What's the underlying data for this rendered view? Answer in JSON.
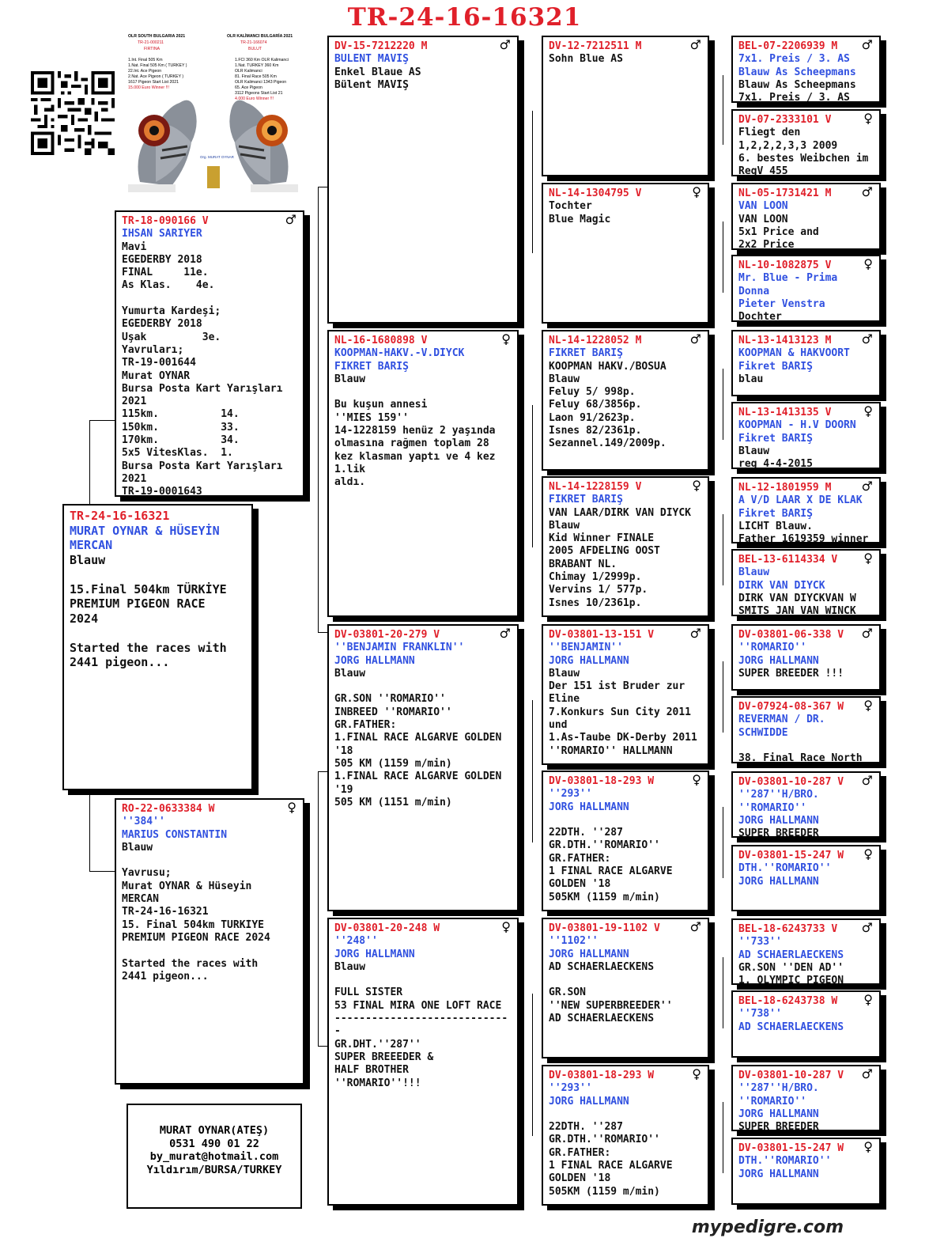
{
  "title": "TR-24-16-16321",
  "footer": "mypedigre.com",
  "photo": {
    "left_heading": "OLR SOUTH BULGARIA 2021",
    "left_ring": "TR-21-000211",
    "left_name": "FIRTINA",
    "left_lines": [
      "1.Int. Final 505 Km",
      "1.Nat. Final 505 Km ( TURKEY )",
      "22.Int. Ace Pigeon",
      "2.Nat. Ace Pigeon ( TURKEY )",
      "1617 Pigeon Start List 2021",
      "15.000 Euro Winner !!!"
    ],
    "right_heading": "OLR KALİMANCI BULGARİA 2021",
    "right_ring": "TR-21-166074",
    "right_name": "BULUT",
    "right_lines": [
      "1.FCI 360 Km OLR Kalimanci",
      "1.Nat. TURKEY 360 Km",
      "OLR Kalimanci",
      "81. Final Race 505 Km",
      "OLR Kalimanci 1343 Pigeon",
      "65. Ace Pigeon",
      "3112 Pigeons Start List 21",
      "4.000 Euro Winner !!!"
    ],
    "owner": "Org. MURAT OYNAR"
  },
  "contact": [
    "MURAT OYNAR(ATEŞ)",
    "0531 490 01 22",
    "by_murat@hotmail.com",
    "Yıldırım/BURSA/TURKEY"
  ],
  "birds": {
    "main": {
      "id": "TR-24-16-16321",
      "sex": "",
      "lines": [
        {
          "t": "MURAT OYNAR & HÜSEYİN",
          "c": "bl"
        },
        {
          "t": "MERCAN",
          "c": "bl"
        },
        {
          "t": "Blauw"
        },
        {
          "t": ""
        },
        {
          "t": "15.Final 504km TÜRKİYE"
        },
        {
          "t": "PREMIUM PIGEON RACE"
        },
        {
          "t": "2024"
        },
        {
          "t": ""
        },
        {
          "t": "Started the races with"
        },
        {
          "t": "2441 pigeon..."
        }
      ]
    },
    "sire": {
      "id": "TR-18-090166 V",
      "sex": "♂",
      "lines": [
        {
          "t": "İHSAN SARIYER",
          "c": "bl"
        },
        {
          "t": "Mavi"
        },
        {
          "t": "EGEDERBY 2018"
        },
        {
          "t": "FİNAL     11e."
        },
        {
          "t": "As Klas.    4e."
        },
        {
          "t": ""
        },
        {
          "t": "Yumurta Kardeşi;"
        },
        {
          "t": "EGEDERBY 2018"
        },
        {
          "t": "Uşak         3e."
        },
        {
          "t": "Yavruları;"
        },
        {
          "t": "TR-19-001644"
        },
        {
          "t": "Murat OYNAR"
        },
        {
          "t": "Bursa Posta Kart Yarışları"
        },
        {
          "t": "2021"
        },
        {
          "t": "115km.          14."
        },
        {
          "t": "150km.          33."
        },
        {
          "t": "170km.          34."
        },
        {
          "t": "5x5 VitesKlas.  1."
        },
        {
          "t": "Bursa Posta Kart Yarışları"
        },
        {
          "t": "2021"
        },
        {
          "t": "TR-19-0001643"
        }
      ]
    },
    "dam": {
      "id": "RO-22-0633384 W",
      "sex": "♀",
      "lines": [
        {
          "t": "''384''",
          "c": "bl"
        },
        {
          "t": "MARIUS CONSTANTIN",
          "c": "bl"
        },
        {
          "t": "Blauw"
        },
        {
          "t": ""
        },
        {
          "t": "Yavrusu;"
        },
        {
          "t": "Murat OYNAR & Hüseyin"
        },
        {
          "t": "MERCAN"
        },
        {
          "t": "TR-24-16-16321"
        },
        {
          "t": "15. Final 504km TÜRKİYE"
        },
        {
          "t": "PREMIUM PIGEON RACE 2024"
        },
        {
          "t": ""
        },
        {
          "t": "Started the races with"
        },
        {
          "t": "2441 pigeon..."
        }
      ]
    },
    "ss": {
      "id": "DV-15-7212220 M",
      "sex": "♂",
      "lines": [
        {
          "t": "BÜLENT MAVİŞ",
          "c": "bl"
        },
        {
          "t": "Enkel Blaue AS"
        },
        {
          "t": "Bülent MAVİŞ"
        }
      ]
    },
    "sd": {
      "id": "NL-16-1680898 V",
      "sex": "♀",
      "lines": [
        {
          "t": "KOOPMAN-HAKV.-V.DİYCK",
          "c": "bl"
        },
        {
          "t": "FİKRET BARIŞ",
          "c": "bl"
        },
        {
          "t": "Blauw"
        },
        {
          "t": ""
        },
        {
          "t": "Bu kuşun annesi"
        },
        {
          "t": "''MIES 159''"
        },
        {
          "t": "14-1228159 henüz 2 yaşında"
        },
        {
          "t": "olmasına rağmen toplam 28"
        },
        {
          "t": "kez klasman yaptı ve 4 kez"
        },
        {
          "t": "1.lik"
        },
        {
          "t": "aldı."
        }
      ]
    },
    "ds": {
      "id": "DV-03801-20-279 V",
      "sex": "♂",
      "lines": [
        {
          "t": "''BENJAMIN FRANKLIN''",
          "c": "bl"
        },
        {
          "t": "JORG HALLMANN",
          "c": "bl"
        },
        {
          "t": "Blauw"
        },
        {
          "t": ""
        },
        {
          "t": "GR.SON ''ROMARIO''"
        },
        {
          "t": "INBREED ''ROMARIO''"
        },
        {
          "t": "GR.FATHER:"
        },
        {
          "t": "1.FINAL RACE ALGARVE GOLDEN"
        },
        {
          "t": "'18"
        },
        {
          "t": "505 KM (1159 m/min)"
        },
        {
          "t": "1.FİNAL RACE ALGARVE GOLDEN"
        },
        {
          "t": "'19"
        },
        {
          "t": "505 KM (1151 m/min)"
        }
      ]
    },
    "dd": {
      "id": "DV-03801-20-248 W",
      "sex": "♀",
      "lines": [
        {
          "t": "''248''",
          "c": "bl"
        },
        {
          "t": "JORG HALLMANN",
          "c": "bl"
        },
        {
          "t": "Blauw"
        },
        {
          "t": ""
        },
        {
          "t": "FULL SISTER"
        },
        {
          "t": "53 FINAL MIRA ONE LOFT RACE"
        },
        {
          "t": "----------------------------"
        },
        {
          "t": "-"
        },
        {
          "t": "GR.DHT.''287''"
        },
        {
          "t": "SUPER BREEEDER &"
        },
        {
          "t": "HALF BROTHER"
        },
        {
          "t": "''ROMARIO''!!!"
        }
      ]
    },
    "sss": {
      "id": "DV-12-7212511 M",
      "sex": "♂",
      "lines": [
        {
          "t": "Sohn Blue AS"
        }
      ]
    },
    "ssd": {
      "id": "NL-14-1304795 V",
      "sex": "♀",
      "lines": [
        {
          "t": "Tochter"
        },
        {
          "t": "Blue Magic"
        }
      ]
    },
    "sds": {
      "id": "NL-14-1228052 M",
      "sex": "♂",
      "lines": [
        {
          "t": "FİKRET BARIŞ",
          "c": "bl"
        },
        {
          "t": "KOOPMAN HAKV./BOSUA"
        },
        {
          "t": "Blauw"
        },
        {
          "t": "Feluy 5/ 998p."
        },
        {
          "t": "Feluy 68/3856p."
        },
        {
          "t": "Laon 91/2623p."
        },
        {
          "t": "Isnes 82/2361p."
        },
        {
          "t": "Sezannel.149/2009p."
        }
      ]
    },
    "sdd": {
      "id": "NL-14-1228159 V",
      "sex": "♀",
      "lines": [
        {
          "t": "FİKRET BARIŞ",
          "c": "bl"
        },
        {
          "t": "VAN LAAR/DİRK VAN DİYCK"
        },
        {
          "t": "Blauw"
        },
        {
          "t": "Kid Winner FİNALE"
        },
        {
          "t": "2005 AFDELING OOST"
        },
        {
          "t": "BRABANT NL."
        },
        {
          "t": "Chimay 1/2999p."
        },
        {
          "t": "Vervins 1/ 577p."
        },
        {
          "t": "Isnes 10/2361p."
        }
      ]
    },
    "dss": {
      "id": "DV-03801-13-151 V",
      "sex": "♂",
      "lines": [
        {
          "t": "''BENJAMIN''",
          "c": "bl"
        },
        {
          "t": "JORG HALLMANN",
          "c": "bl"
        },
        {
          "t": "Blauw"
        },
        {
          "t": "Der 151 ist Bruder zur"
        },
        {
          "t": "Eline"
        },
        {
          "t": "7.Konkurs Sun City 2011"
        },
        {
          "t": "und"
        },
        {
          "t": "1.As-Taube DK-Derby 2011"
        },
        {
          "t": "''ROMARIO'' HALLMANN"
        }
      ]
    },
    "dsd": {
      "id": "DV-03801-18-293 W",
      "sex": "♀",
      "lines": [
        {
          "t": "''293''",
          "c": "bl"
        },
        {
          "t": "JORG HALLMANN",
          "c": "bl"
        },
        {
          "t": ""
        },
        {
          "t": "22DTH. ''287"
        },
        {
          "t": "GR.DTH.''ROMARIO''"
        },
        {
          "t": "GR.FATHER:"
        },
        {
          "t": "1 FINAL RACE ALGARVE"
        },
        {
          "t": "GOLDEN '18"
        },
        {
          "t": "505KM (1159 m/min)"
        }
      ]
    },
    "dds": {
      "id": "DV-03801-19-1102 V",
      "sex": "♂",
      "lines": [
        {
          "t": "''1102''",
          "c": "bl"
        },
        {
          "t": "JORG HALLMANN",
          "c": "bl"
        },
        {
          "t": "AD SCHAERLAECKENS"
        },
        {
          "t": ""
        },
        {
          "t": "GR.SON"
        },
        {
          "t": "''NEW SUPERBREEDER''"
        },
        {
          "t": "AD SCHAERLAECKENS"
        }
      ]
    },
    "ddd": {
      "id": "DV-03801-18-293 W",
      "sex": "♀",
      "lines": [
        {
          "t": "''293''",
          "c": "bl"
        },
        {
          "t": "JORG HALLMANN",
          "c": "bl"
        },
        {
          "t": ""
        },
        {
          "t": "22DTH. ''287"
        },
        {
          "t": "GR.DTH.''ROMARIO''"
        },
        {
          "t": "GR.FATHER:"
        },
        {
          "t": "1 FINAL RACE ALGARVE"
        },
        {
          "t": "GOLDEN '18"
        },
        {
          "t": "505KM (1159 m/min)"
        }
      ]
    },
    "g1": {
      "id": "BEL-07-2206939 M",
      "sex": "♂",
      "lines": [
        {
          "t": "7x1. Preis / 3. AS",
          "c": "bl"
        },
        {
          "t": "Blauw As Scheepmans",
          "c": "bl"
        },
        {
          "t": "Blauw As Scheepmans"
        },
        {
          "t": "7x1. Preis / 3. AS"
        }
      ]
    },
    "g2": {
      "id": "DV-07-2333101 V",
      "sex": "♀",
      "lines": [
        {
          "t": "Fliegt den"
        },
        {
          "t": "1,2,2,2,3,3 2009"
        },
        {
          "t": "6. bestes Weibchen im"
        },
        {
          "t": "RegV 455"
        }
      ]
    },
    "g3": {
      "id": "NL-05-1731421 M",
      "sex": "♂",
      "lines": [
        {
          "t": "VAN LOON",
          "c": "bl"
        },
        {
          "t": "VAN LOON"
        },
        {
          "t": "5x1 Price and"
        },
        {
          "t": "2x2 Price"
        }
      ]
    },
    "g4": {
      "id": "NL-10-1082875 V",
      "sex": "♀",
      "lines": [
        {
          "t": "Mr. Blue - Prima",
          "c": "bl"
        },
        {
          "t": "Donna",
          "c": "bl"
        },
        {
          "t": "Pieter Venstra",
          "c": "bl"
        },
        {
          "t": "Dochter"
        }
      ]
    },
    "g5": {
      "id": "NL-13-1413123 M",
      "sex": "♂",
      "lines": [
        {
          "t": "KOOPMAN & HAKVOORT",
          "c": "bl"
        },
        {
          "t": "Fikret BARIŞ",
          "c": "bl"
        },
        {
          "t": "blau"
        }
      ]
    },
    "g6": {
      "id": "NL-13-1413135 V",
      "sex": "♀",
      "lines": [
        {
          "t": "KOOPMAN - H.V DOORN",
          "c": "bl"
        },
        {
          "t": "Fikret BARIŞ",
          "c": "bl"
        },
        {
          "t": "Blauw"
        },
        {
          "t": "reg 4-4-2015"
        }
      ]
    },
    "g7": {
      "id": "NL-12-1801959 M",
      "sex": "♂",
      "lines": [
        {
          "t": "A V/D LAAR X DE KLAK",
          "c": "bl"
        },
        {
          "t": "Fikret BARIŞ",
          "c": "bl"
        },
        {
          "t": "LICHT Blauw."
        },
        {
          "t": "Father 1619359 winner"
        }
      ]
    },
    "g8": {
      "id": "BEL-13-6114334 V",
      "sex": "♀",
      "lines": [
        {
          "t": "Blauw",
          "c": "bl"
        },
        {
          "t": "DİRK VAN DİYCK",
          "c": "bl"
        },
        {
          "t": "DIRK VAN DIYCKVAN W"
        },
        {
          "t": "SMITS JAN VAN WINCK"
        }
      ]
    },
    "g9": {
      "id": "DV-03801-06-338 V",
      "sex": "♂",
      "lines": [
        {
          "t": "''ROMARIO''",
          "c": "bl"
        },
        {
          "t": "JORG HALLMANN",
          "c": "bl"
        },
        {
          "t": "SUPER BREEDER !!!"
        }
      ]
    },
    "g10": {
      "id": "DV-07924-08-367 W",
      "sex": "♀",
      "lines": [
        {
          "t": "REVERMAN / DR.",
          "c": "bl"
        },
        {
          "t": "SCHWIDDE",
          "c": "bl"
        },
        {
          "t": ""
        },
        {
          "t": "38. Final Race North"
        }
      ]
    },
    "g11": {
      "id": "DV-03801-10-287 V",
      "sex": "♂",
      "lines": [
        {
          "t": "''287''H/BRO.",
          "c": "bl"
        },
        {
          "t": "''ROMARIO''",
          "c": "bl"
        },
        {
          "t": "JORG HALLMANN",
          "c": "bl"
        },
        {
          "t": "SUPER BREEDER"
        }
      ]
    },
    "g12": {
      "id": "DV-03801-15-247 W",
      "sex": "♀",
      "lines": [
        {
          "t": "DTH.''ROMARIO''",
          "c": "bl"
        },
        {
          "t": "JORG HALLMANN",
          "c": "bl"
        }
      ]
    },
    "g13": {
      "id": "BEL-18-6243733 V",
      "sex": "♂",
      "lines": [
        {
          "t": "''733''",
          "c": "bl"
        },
        {
          "t": "AD SCHAERLAECKENS",
          "c": "bl"
        },
        {
          "t": "GR.SON ''DEN AD''"
        },
        {
          "t": "1. OLYMPIC PIGEON"
        }
      ]
    },
    "g14": {
      "id": "BEL-18-6243738 W",
      "sex": "♀",
      "lines": [
        {
          "t": "''738''",
          "c": "bl"
        },
        {
          "t": "AD SCHAERLAECKENS",
          "c": "bl"
        }
      ]
    },
    "g15": {
      "id": "DV-03801-10-287 V",
      "sex": "♂",
      "lines": [
        {
          "t": "''287''H/BRO.",
          "c": "bl"
        },
        {
          "t": "''ROMARIO''",
          "c": "bl"
        },
        {
          "t": "JORG HALLMANN",
          "c": "bl"
        },
        {
          "t": "SUPER BREEDER"
        }
      ]
    },
    "g16": {
      "id": "DV-03801-15-247 W",
      "sex": "♀",
      "lines": [
        {
          "t": "DTH.''ROMARIO''",
          "c": "bl"
        },
        {
          "t": "JORG HALLMANN",
          "c": "bl"
        }
      ]
    }
  }
}
